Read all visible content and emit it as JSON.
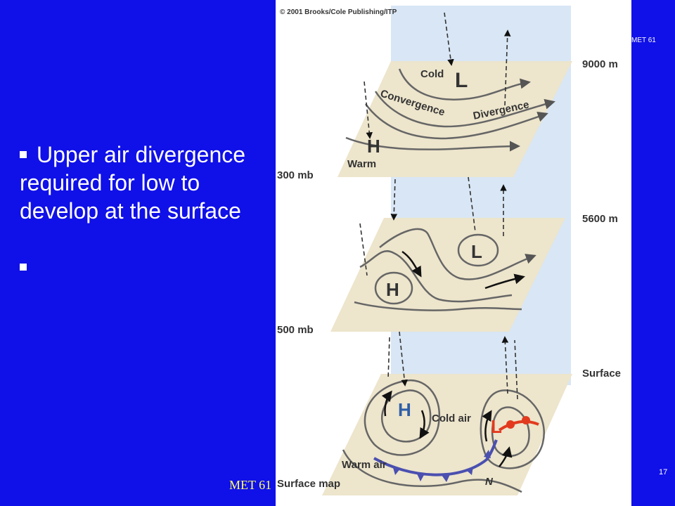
{
  "slide": {
    "bullets": [
      "Upper air divergence required for low to develop at the surface",
      ""
    ],
    "course_label_left": "MET 61",
    "course_label_right": "MET 61",
    "page_number": "17"
  },
  "figure": {
    "copyright": "© 2001 Brooks/Cole Publishing/ITP",
    "levels": {
      "top_height": "9000 m",
      "top_pressure": "300 mb",
      "mid_height": "5600 m",
      "mid_pressure": "500 mb",
      "surface": "Surface",
      "surface_map": "Surface map"
    },
    "top_plane": {
      "low": "L",
      "cold": "Cold",
      "convergence": "Convergence",
      "divergence": "Divergence",
      "high": "H",
      "warm": "Warm"
    },
    "mid_plane": {
      "low": "L",
      "high": "H"
    },
    "surface_plane": {
      "high": "H",
      "cold_air": "Cold air",
      "low": "L",
      "warm_air": "Warm air",
      "north": "N"
    },
    "colors": {
      "slide_bg": "#1010e8",
      "plane": "#ede5cc",
      "column": "#d8e6f5",
      "front_blue": "#4a4fb0",
      "low_red": "#e23a1f",
      "high_blue": "#2f5fa8",
      "yellow_label": "#ffff66"
    }
  }
}
